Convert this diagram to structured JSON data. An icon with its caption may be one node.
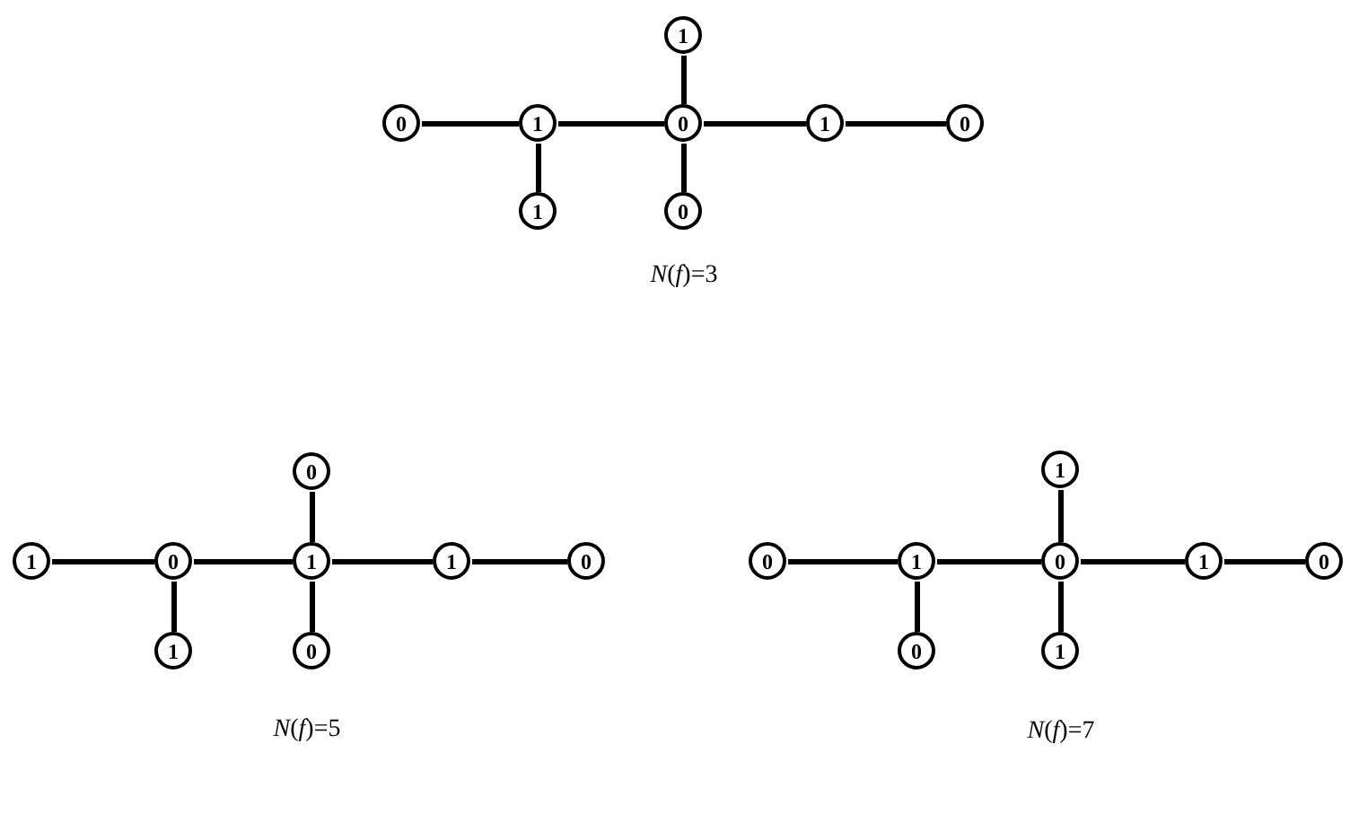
{
  "diagram": {
    "nodes": [
      {
        "text": [
          "1"
        ]
      },
      {
        "text": [
          "0"
        ]
      },
      {
        "text": [
          "1"
        ]
      },
      {
        "text": [
          "0"
        ]
      },
      {
        "text": [
          "1"
        ]
      },
      {
        "text": [
          "0"
        ]
      },
      {
        "text": [
          "1"
        ]
      },
      {
        "text": [
          "0"
        ]
      },
      {
        "text": [
          "0"
        ]
      },
      {
        "text": [
          "1"
        ]
      },
      {
        "text": [
          "0"
        ]
      },
      {
        "text": [
          "1"
        ]
      },
      {
        "text": [
          "1"
        ]
      },
      {
        "text": [
          "0"
        ]
      },
      {
        "text": [
          "1"
        ]
      },
      {
        "text": [
          "0"
        ]
      },
      {
        "text": [
          "1"
        ]
      },
      {
        "text": [
          "0"
        ]
      },
      {
        "text": [
          "1"
        ]
      },
      {
        "text": [
          "0"
        ]
      },
      {
        "text": [
          "1"
        ]
      },
      {
        "text": [
          "0"
        ]
      },
      {
        "text": [
          "0"
        ]
      },
      {
        "text": [
          "1"
        ]
      }
    ],
    "edges": [
      {
        "from": 0,
        "to": 3,
        "arrow": "none"
      },
      {
        "from": 1,
        "to": 2,
        "arrow": "none"
      },
      {
        "from": 2,
        "to": 3,
        "arrow": "none"
      },
      {
        "from": 3,
        "to": 4,
        "arrow": "none"
      },
      {
        "from": 4,
        "to": 5,
        "arrow": "none"
      },
      {
        "from": 2,
        "to": 6,
        "arrow": "none"
      },
      {
        "from": 3,
        "to": 7,
        "arrow": "none"
      },
      {
        "from": 8,
        "to": 11,
        "arrow": "none"
      },
      {
        "from": 9,
        "to": 10,
        "arrow": "none"
      },
      {
        "from": 10,
        "to": 11,
        "arrow": "none"
      },
      {
        "from": 11,
        "to": 12,
        "arrow": "none"
      },
      {
        "from": 12,
        "to": 13,
        "arrow": "none"
      },
      {
        "from": 10,
        "to": 14,
        "arrow": "none"
      },
      {
        "from": 11,
        "to": 15,
        "arrow": "none"
      },
      {
        "from": 16,
        "to": 19,
        "arrow": "none"
      },
      {
        "from": 17,
        "to": 18,
        "arrow": "none"
      },
      {
        "from": 18,
        "to": 19,
        "arrow": "none"
      },
      {
        "from": 19,
        "to": 20,
        "arrow": "none"
      },
      {
        "from": 20,
        "to": 21,
        "arrow": "none"
      },
      {
        "from": 18,
        "to": 22,
        "arrow": "none"
      },
      {
        "from": 19,
        "to": 23,
        "arrow": "none"
      }
    ],
    "labels": [
      "*N*(*f*)=3",
      "*N*(*f*)=5",
      "*N*(*f*)=7"
    ]
  }
}
